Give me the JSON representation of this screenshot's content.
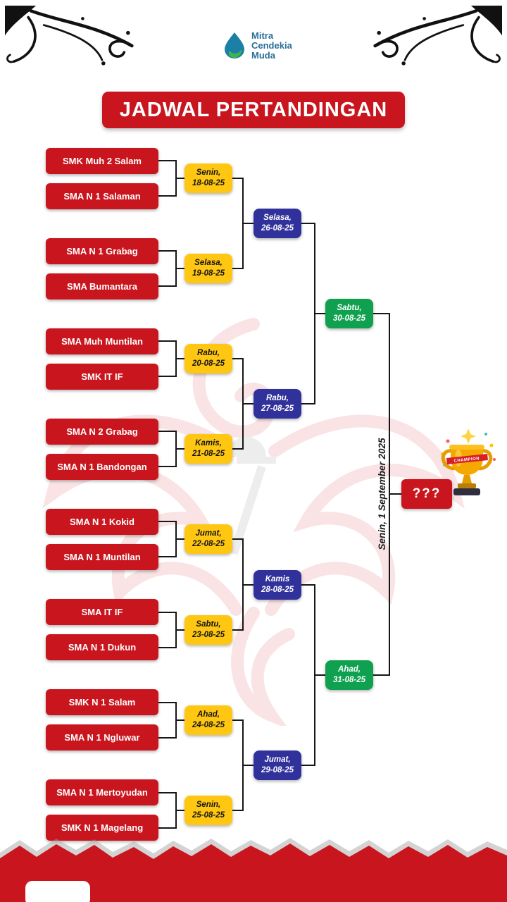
{
  "header": {
    "logo_text": [
      "Mitra",
      "Cendekia",
      "Muda"
    ],
    "title": "JADWAL PERTANDINGAN"
  },
  "rounds": {
    "round1": [
      {
        "team1": "SMK Muh 2 Salam",
        "team2": "SMA N 1 Salaman",
        "day": "Senin,",
        "date": "18-08-25"
      },
      {
        "team1": "SMA N 1 Grabag",
        "team2": "SMA Bumantara",
        "day": "Selasa,",
        "date": "19-08-25"
      },
      {
        "team1": "SMA Muh Muntilan",
        "team2": "SMK IT IF",
        "day": "Rabu,",
        "date": "20-08-25"
      },
      {
        "team1": "SMA N 2 Grabag",
        "team2": "SMA N 1 Bandongan",
        "day": "Kamis,",
        "date": "21-08-25"
      },
      {
        "team1": "SMA N 1 Kokid",
        "team2": "SMA N 1 Muntilan",
        "day": "Jumat,",
        "date": "22-08-25"
      },
      {
        "team1": "SMA IT IF",
        "team2": "SMA N 1 Dukun",
        "day": "Sabtu,",
        "date": "23-08-25"
      },
      {
        "team1": "SMK N 1 Salam",
        "team2": "SMA N 1 Ngluwar",
        "day": "Ahad,",
        "date": "24-08-25"
      },
      {
        "team1": "SMA N 1 Mertoyudan",
        "team2": "SMK N 1 Magelang",
        "day": "Senin,",
        "date": "25-08-25"
      }
    ],
    "quarterfinals": [
      {
        "day": "Selasa,",
        "date": "26-08-25"
      },
      {
        "day": "Rabu,",
        "date": "27-08-25"
      },
      {
        "day": "Kamis",
        "date": "28-08-25"
      },
      {
        "day": "Jumat,",
        "date": "29-08-25"
      }
    ],
    "semifinals": [
      {
        "day": "Sabtu,",
        "date": "30-08-25"
      },
      {
        "day": "Ahad,",
        "date": "31-08-25"
      }
    ],
    "final": {
      "date_label": "Senin, 1 September 2025",
      "winner": "???",
      "trophy_ribbon": "CHAMPION"
    }
  },
  "colors": {
    "red": "#C9151E",
    "yellow": "#FFC712",
    "blue": "#31319B",
    "green": "#0FA14F"
  }
}
